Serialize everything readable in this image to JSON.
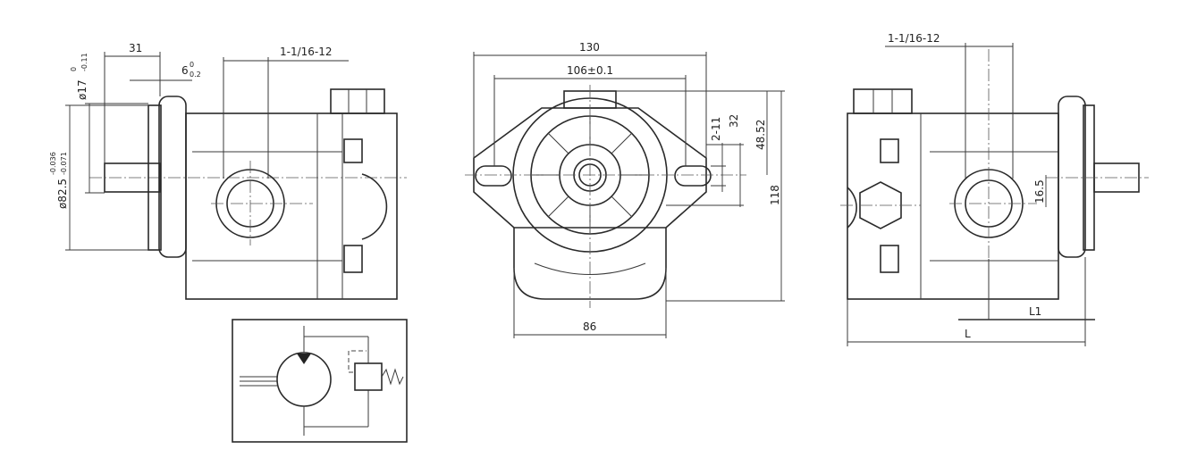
{
  "colors": {
    "line": "#2a2a2a",
    "background": "#ffffff"
  },
  "side_view": {
    "dim_31": "31",
    "dim_6": "6",
    "dim_6_tol_upper": "0",
    "dim_6_tol_lower": "0.2",
    "dim_shaft": "ø17",
    "dim_shaft_tol_upper": "0",
    "dim_shaft_tol_lower": "-0.11",
    "dim_pilot": "ø82.5",
    "dim_pilot_tol_upper": "-0.036",
    "dim_pilot_tol_lower": "-0.071",
    "port_thread": "1-1/16-12"
  },
  "front_view": {
    "dim_130": "130",
    "dim_106": "106±0.1",
    "dim_2_11": "2-11",
    "dim_32": "32",
    "dim_48_52": "48.52",
    "dim_118": "118",
    "dim_86": "86"
  },
  "rear_view": {
    "port_thread": "1-1/16-12",
    "dim_16_5": "16.5",
    "dim_L1": "L1",
    "dim_L": "L"
  },
  "schematic": {
    "symbol": "hydraulic-pump-with-relief-valve"
  }
}
